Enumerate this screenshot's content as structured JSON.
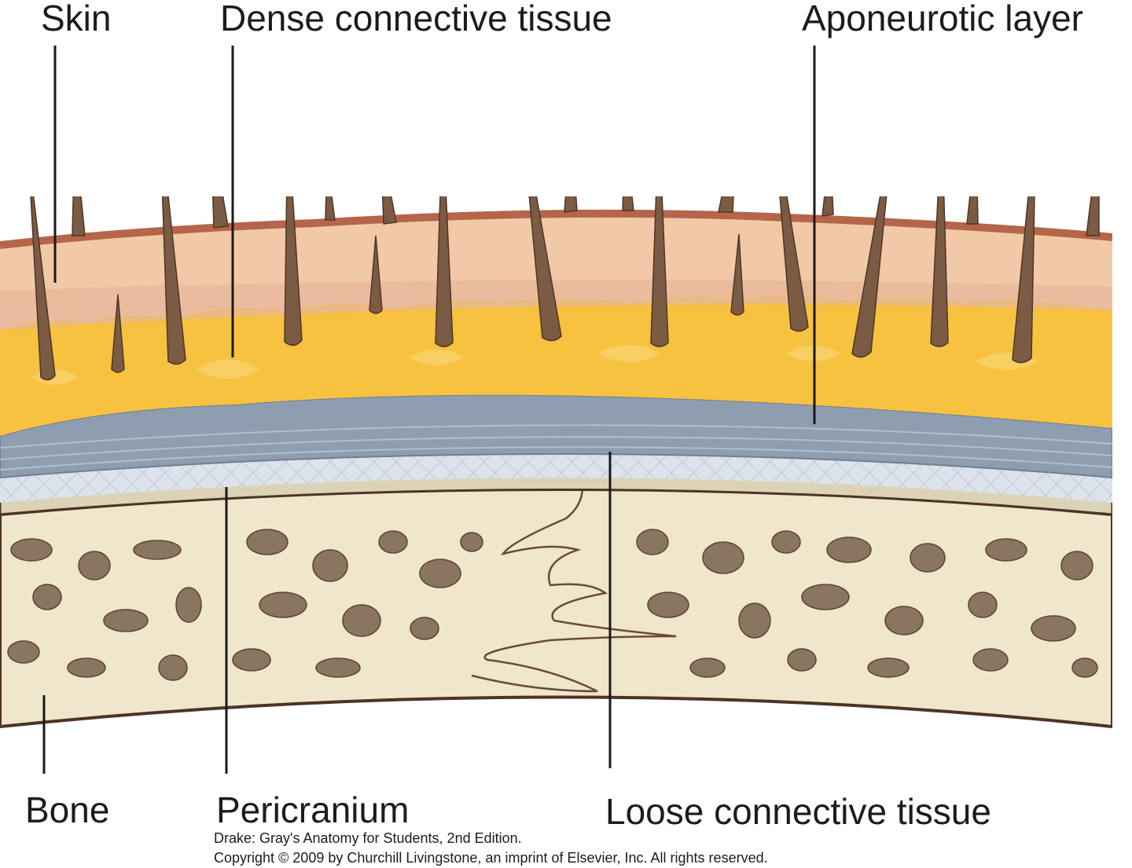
{
  "labels": {
    "skin": "Skin",
    "dense_connective_tissue": "Dense connective tissue",
    "aponeurotic_layer": "Aponeurotic layer",
    "bone": "Bone",
    "pericranium": "Pericranium",
    "loose_connective_tissue": "Loose connective tissue"
  },
  "credit": {
    "line1": "Drake: Gray's Anatomy for Students, 2nd Edition.",
    "line2": "Copyright © 2009 by Churchill Livingstone, an imprint of Elsevier, Inc. All rights reserved."
  },
  "colors": {
    "skin_epidermis": "#b5654a",
    "skin_dermis": "#f2c9a6",
    "skin_lower": "#e7b79a",
    "fat": "#f6c240",
    "aponeurosis": "#8e9db0",
    "loose_tissue": "#dde3ea",
    "pericranium": "#dcd3b6",
    "bone": "#efe6cc",
    "bone_pore": "#8a7560",
    "hair": "#7b5b43",
    "outline": "#5b3a2c"
  }
}
